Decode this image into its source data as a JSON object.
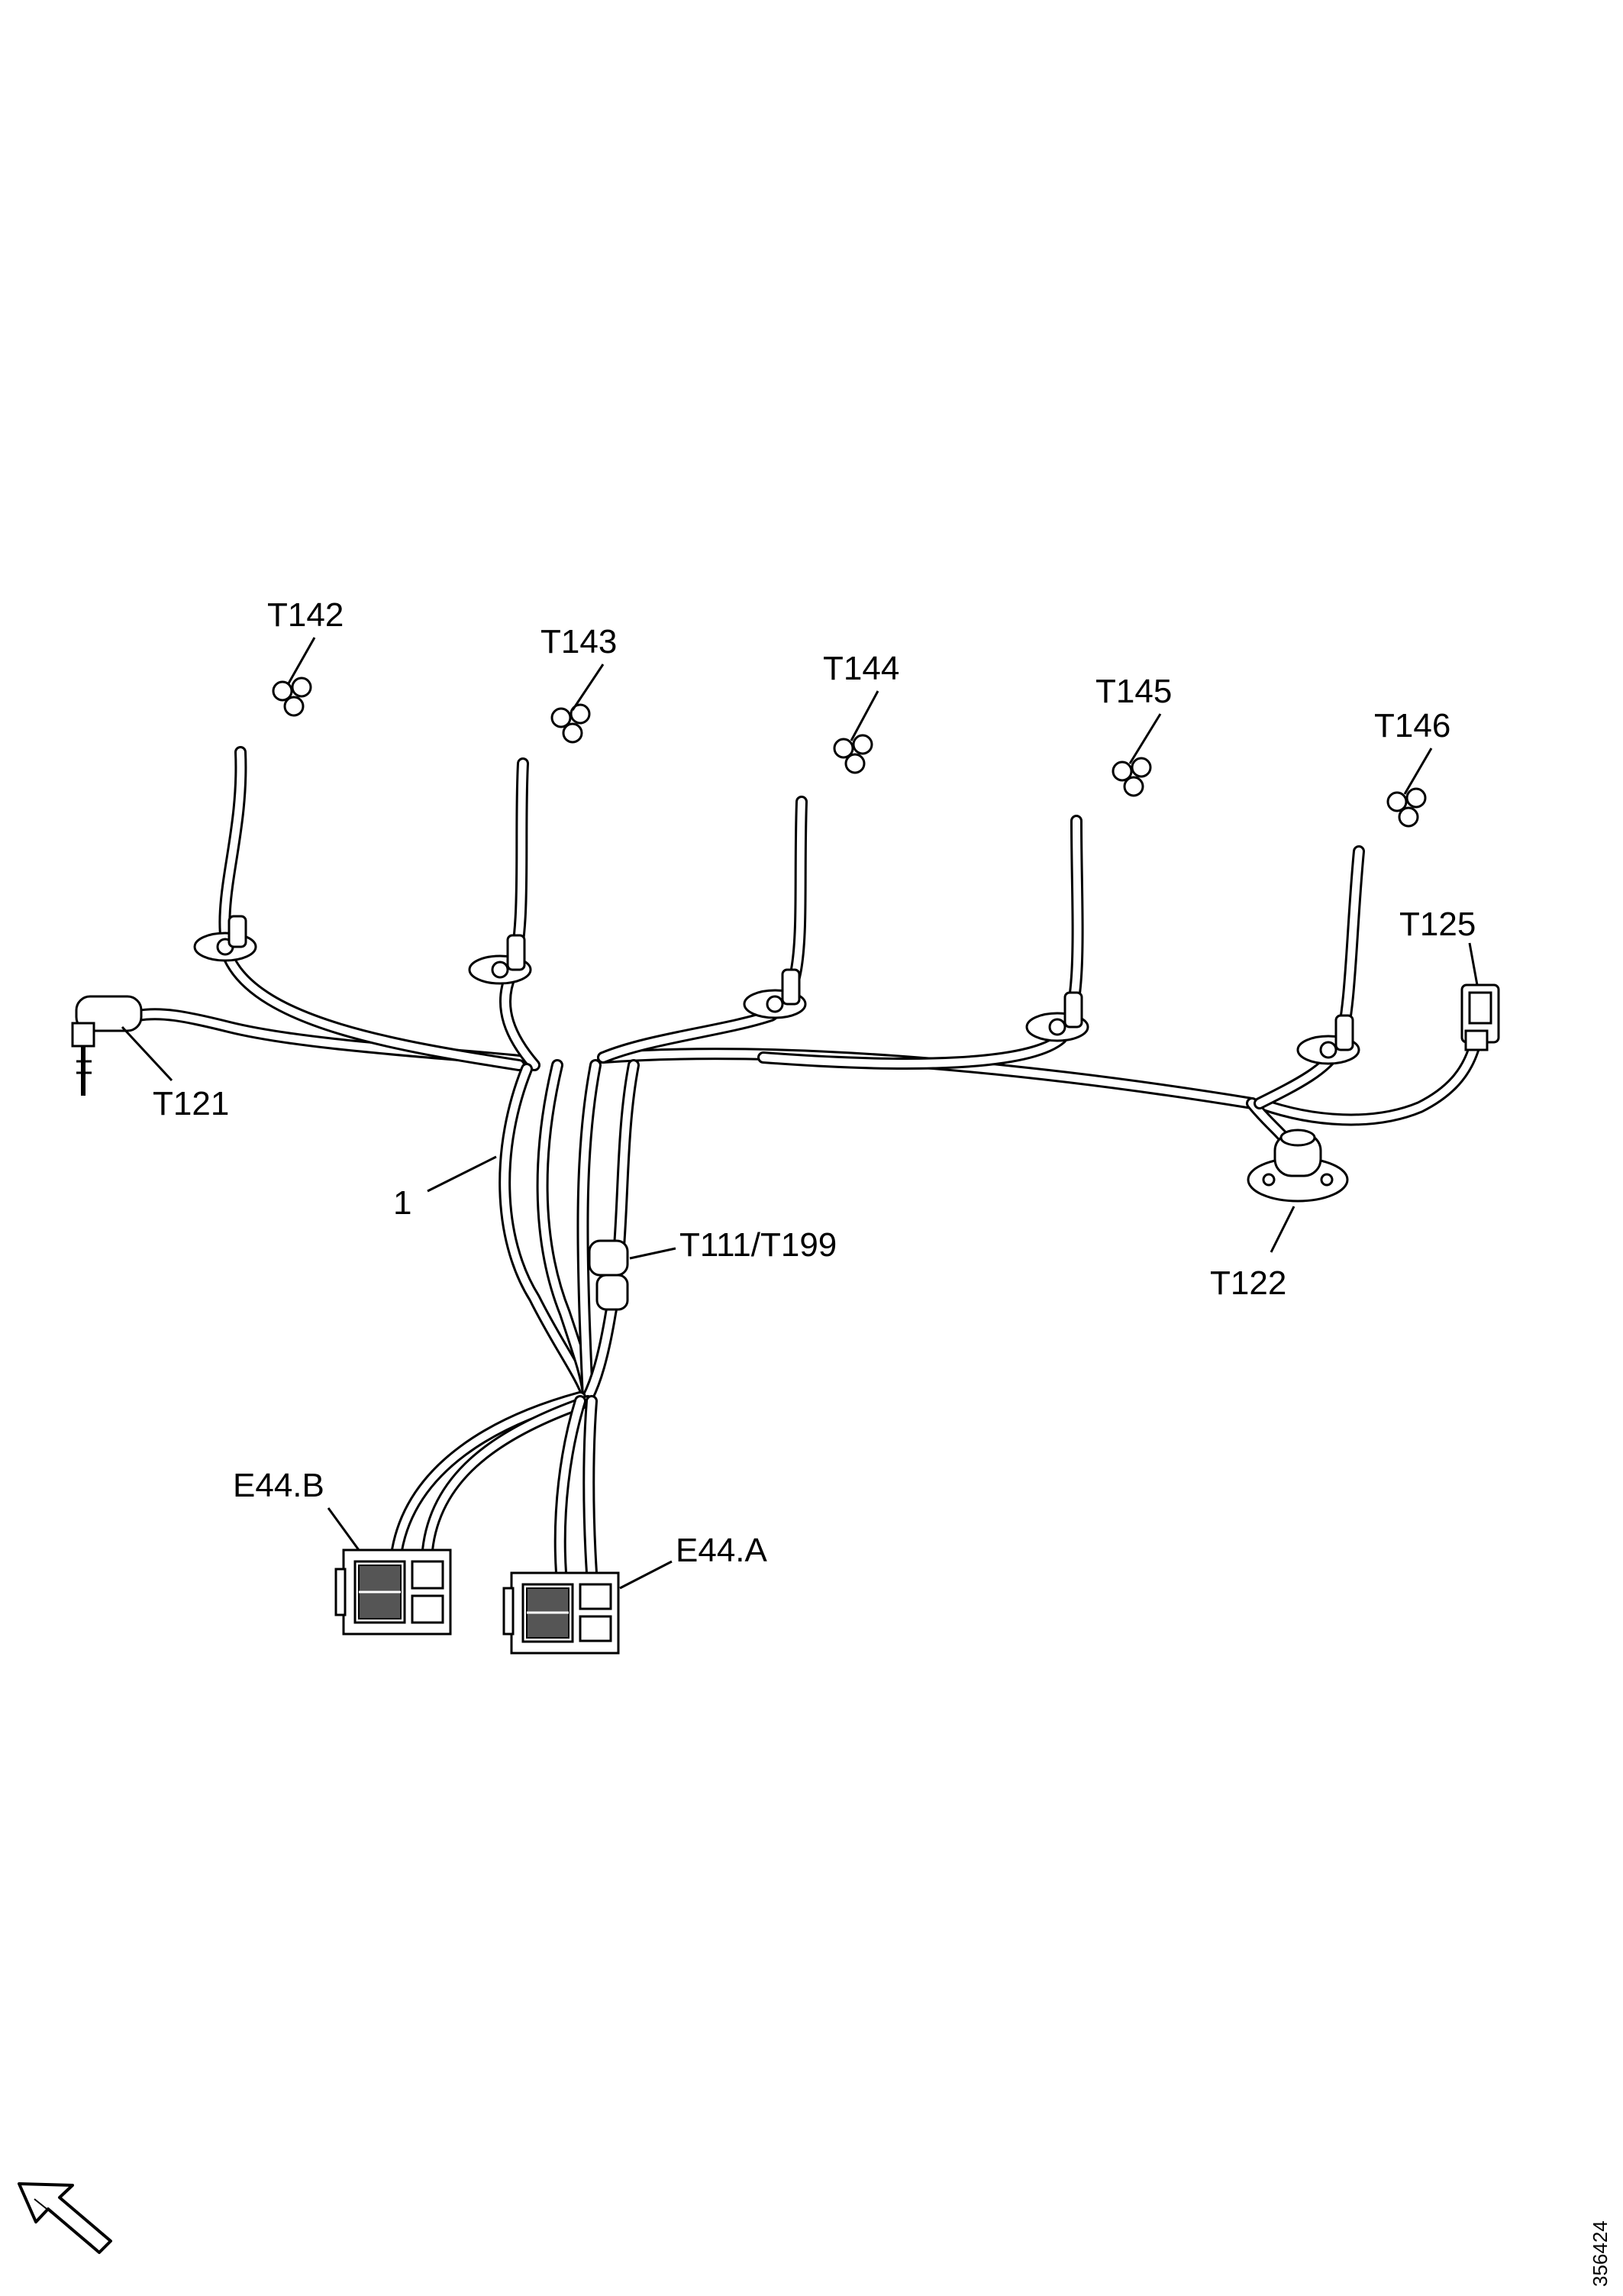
{
  "diagram": {
    "callouts": {
      "t142": "T142",
      "t143": "T143",
      "t144": "T144",
      "t145": "T145",
      "t146": "T146",
      "t125": "T125",
      "t121": "T121",
      "t122": "T122",
      "t111_t199": "T111/T199",
      "harness": "1",
      "e44b": "E44.B",
      "e44a": "E44.A"
    },
    "reference_number": "356424",
    "direction_icon": "arrow-icon"
  }
}
